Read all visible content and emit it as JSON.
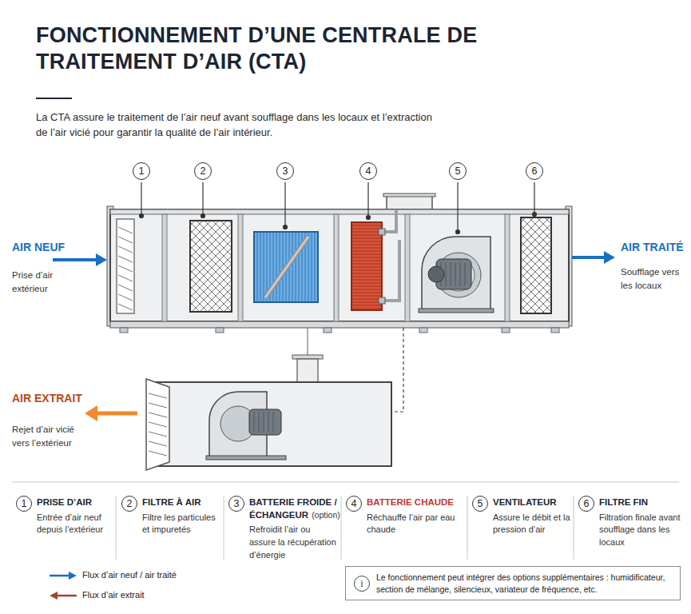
{
  "diagram": {
    "title": "FONCTIONNEMENT D’UNE CENTRALE DE TRAITEMENT D’AIR (CTA)",
    "caption": "La CTA assure le traitement de l’air neuf avant soufflage dans les locaux et l’extraction de l’air vicié pour garantir la qualité de l’air intérieur.",
    "nodes": [
      {
        "text": [
          "1"
        ]
      },
      {
        "text": [
          "2"
        ]
      },
      {
        "text": [
          "3"
        ]
      },
      {
        "text": [
          "4"
        ]
      },
      {
        "text": [
          "5"
        ]
      },
      {
        "text": [
          "6"
        ]
      },
      {
        "text": [
          "1"
        ]
      },
      {
        "text": [
          "2"
        ]
      },
      {
        "text": [
          "3"
        ]
      },
      {
        "text": [
          "4"
        ]
      },
      {
        "text": [
          "5"
        ]
      },
      {
        "text": [
          "6"
        ]
      },
      {
        "text": [
          "Le fonctionnement peut intégrer des options supplémentaires : humidificateur, section de mélange, silencieux, variateur de fréquence, etc."
        ]
      },
      {
        "text": [
          "i"
        ],
        "in": 12
      }
    ],
    "labels": [
      "AIR NEUF",
      "Prise d’air extérieur",
      "AIR TRAITÉ",
      "Soufflage vers les locaux",
      "AIR EXTRAIT",
      "Rejet d’air vicié vers l’extérieur",
      "PRISE D’AIR",
      "Entrée d’air neuf depuis l’extérieur",
      "FILTRE À AIR",
      "Filtre les particules et impuretés",
      "BATTERIE FROIDE / ÉCHANGEUR",
      "(option)",
      "Refroidit l’air ou assure la récupération d’énergie",
      "BATTERIE CHAUDE",
      "Réchauffe l’air par eau chaude",
      "VENTILATEUR",
      "Assure le débit et la pression d’air",
      "FILTRE FIN",
      "Filtration finale avant soufflage dans les locaux"
    ],
    "legend": [
      {
        "text": "Flux d’air neuf / air traité"
      },
      {
        "text": "Flux d’air extrait"
      }
    ]
  }
}
